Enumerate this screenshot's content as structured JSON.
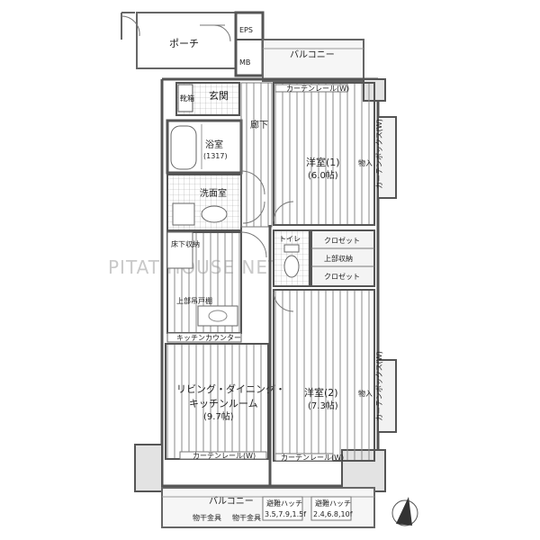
{
  "watermark": "PITAT HOUSE NETWORK",
  "colors": {
    "wall": "#555555",
    "floor_line": "#8a8a8a",
    "balcony_fill": "#efefef"
  },
  "labels": {
    "porch": "ポーチ",
    "eps": "EPS",
    "mb": "MB",
    "balcony_top": "バルコニー",
    "entrance": "玄関",
    "shoe_box": "靴箱",
    "storage": "物入",
    "curtain_rail": "カーテンレール(W)",
    "corridor": "廊下",
    "bathroom": "浴室",
    "bathroom_size": "(1317)",
    "washroom": "洗面室",
    "western_room_1": "洋室(1)",
    "western_room_1_size": "(6.0帖)",
    "closet_1": "物入",
    "curtain_box": "カーテンボックス(W)",
    "toilet": "トイレ",
    "cl_1": "クロゼット",
    "upper_shelf": "上部収納",
    "cl_2": "クロゼット",
    "floor_storage": "床下収納",
    "kitchen_cabinet": "上部吊戸棚",
    "kitchen_counter": "キッチンカウンター",
    "living": "リビング・ダイニング・",
    "kitchen_room": "キッチンルーム",
    "living_size": "(9.7帖)",
    "western_room_2": "洋室(2)",
    "western_room_2_size": "(7.3帖)",
    "closet_2": "物入",
    "curtain_box_2": "カーテンボックス(W)",
    "curtain_rail_bottom_left": "カーテンレール(W)",
    "curtain_rail_bottom_right": "カーテンレール(W)",
    "balcony_bottom": "バルコニー",
    "hatch_1": "避難ハッチ",
    "hatch_1_sub": "3.5,7.9,1.5f",
    "hatch_2": "避難ハッチ",
    "hatch_2_sub": "2.4,6.8,10f",
    "unit_1": "物干金具",
    "unit_2": "物干金具"
  }
}
